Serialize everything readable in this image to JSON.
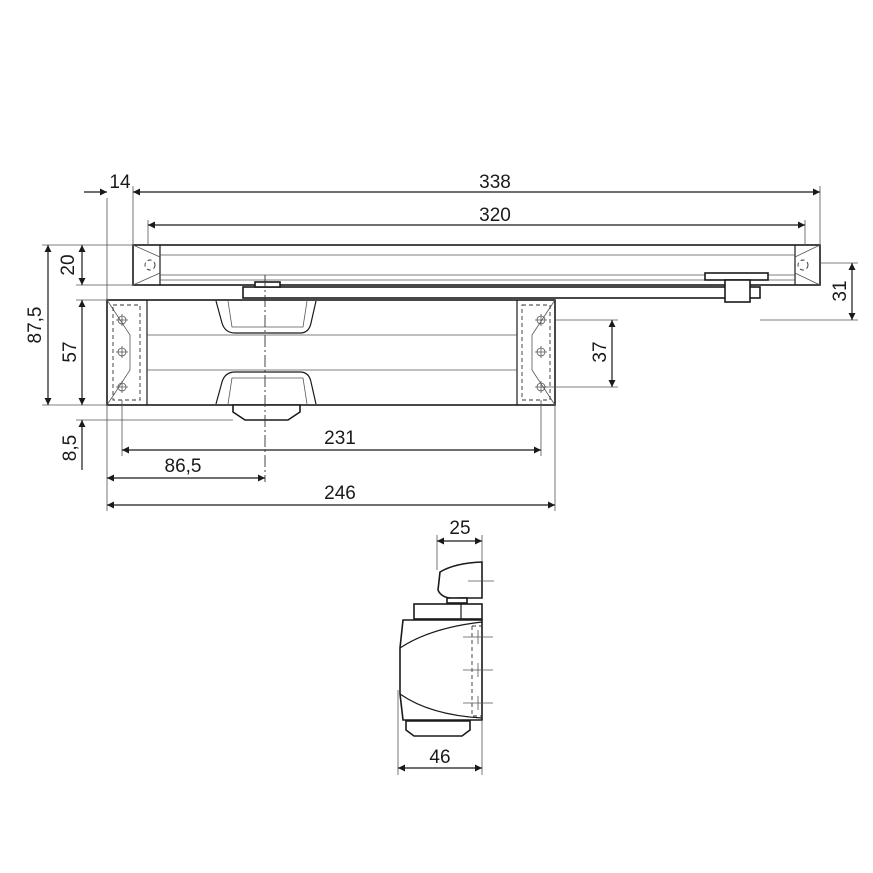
{
  "drawing": {
    "front_view": {
      "dimensions": {
        "overall_rail_length": "338",
        "rail_end_offset": "14",
        "rail_inner_length": "320",
        "rail_height": "20",
        "total_height": "87,5",
        "body_height": "57",
        "bottom_offset": "8,5",
        "arm_offset": "31",
        "mount_hole_spacing_vertical": "37",
        "mount_hole_spacing_horizontal": "231",
        "axis_offset": "86,5",
        "body_length": "246"
      }
    },
    "side_view": {
      "dimensions": {
        "cap_width": "25",
        "body_depth": "46"
      }
    }
  }
}
